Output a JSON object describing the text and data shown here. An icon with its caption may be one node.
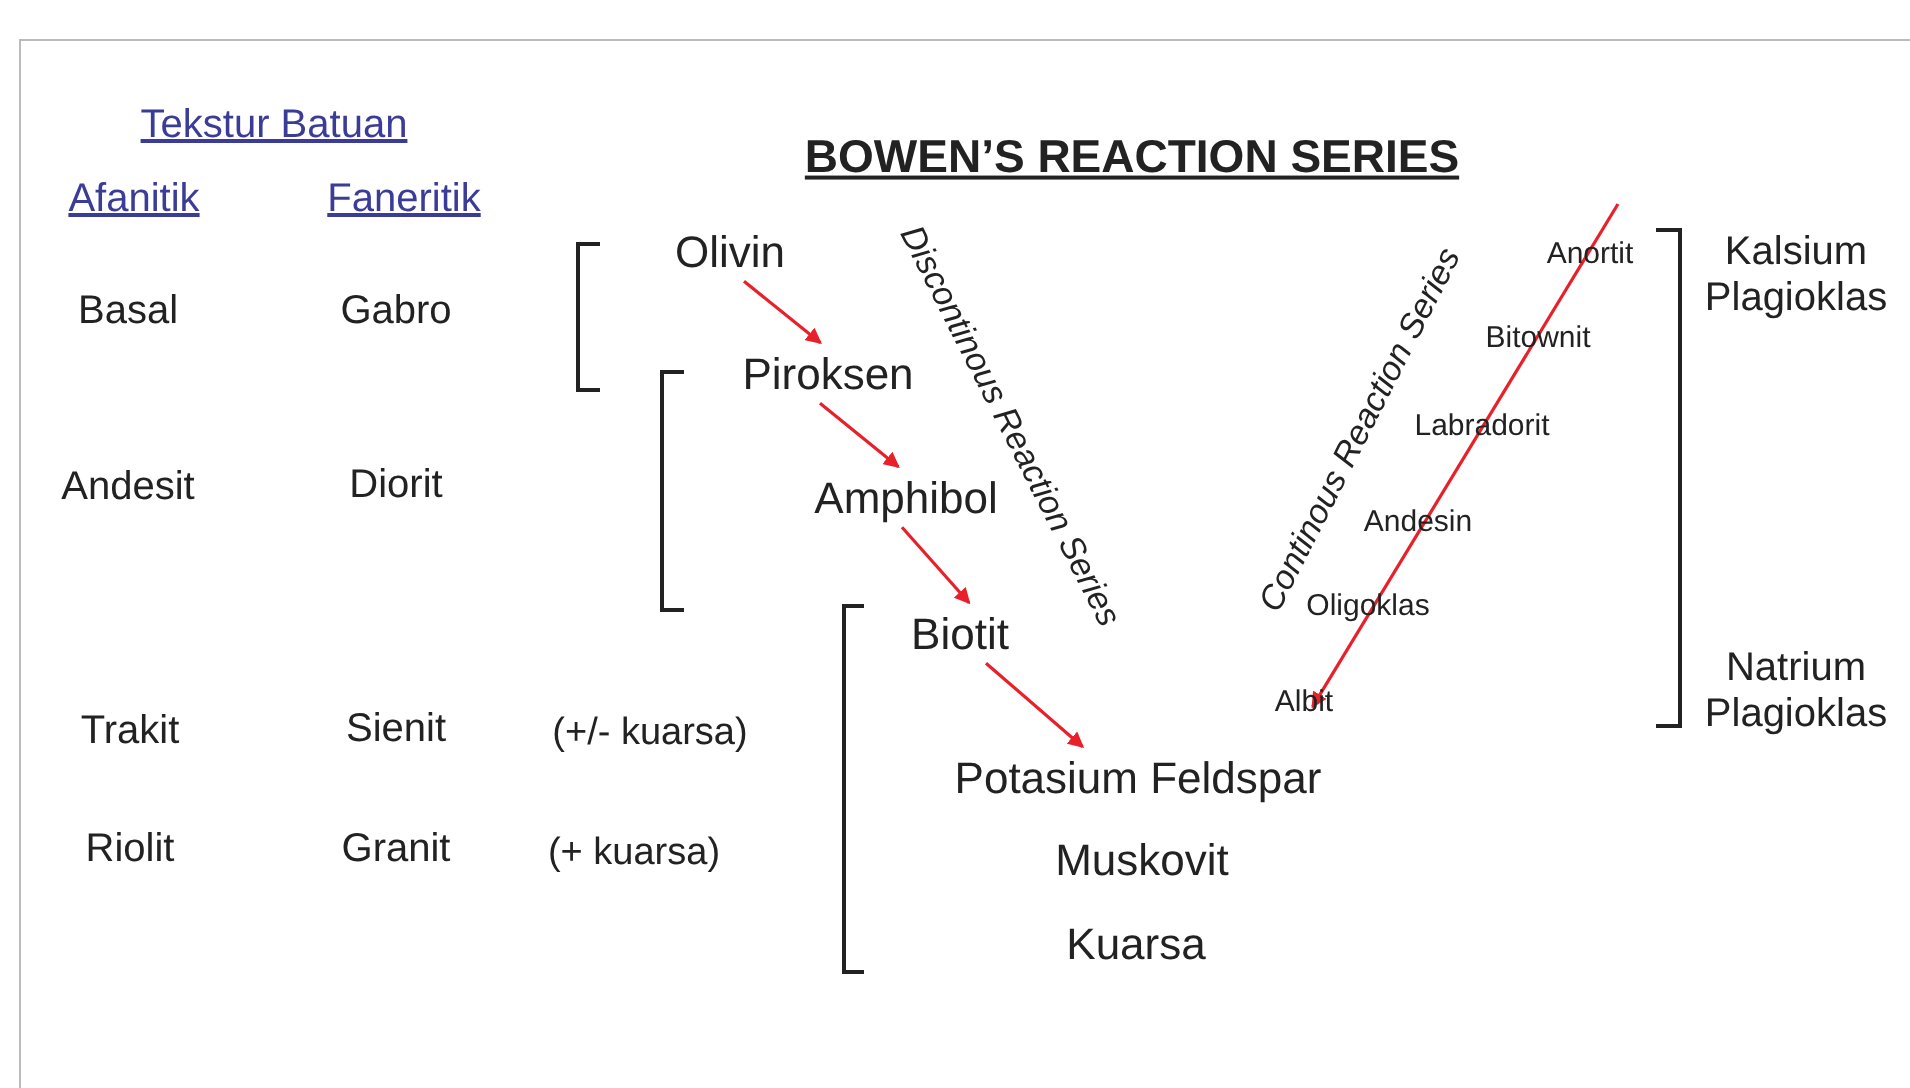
{
  "diagram": {
    "title": "BOWEN’S REACTION SERIES",
    "nodes": [
      {
        "text": [
          "Olivin"
        ]
      },
      {
        "text": [
          "Piroksen"
        ]
      },
      {
        "text": [
          "Amphibol"
        ]
      },
      {
        "text": [
          "Biotit"
        ]
      },
      {
        "text": [
          "Potasium Feldspar"
        ]
      }
    ],
    "edges": [
      {
        "from": 0,
        "to": 1,
        "arrow": "to"
      },
      {
        "from": 1,
        "to": 2,
        "arrow": "to"
      },
      {
        "from": 2,
        "to": 3,
        "arrow": "to"
      },
      {
        "from": 3,
        "to": 4,
        "arrow": "to"
      },
      {
        "from": null,
        "to": 4,
        "arrow": "to"
      }
    ],
    "labels": [
      "Tekstur Batuan",
      "Afanitik",
      "Faneritik",
      "Basal",
      "Gabro",
      "Andesit",
      "Diorit",
      "Trakit",
      "Sienit",
      "(+/- kuarsa)",
      "Riolit",
      "Granit",
      "(+ kuarsa)",
      "Discontinous Reaction Series",
      "Continous Reaction Series",
      "Anortit",
      "Bitownit",
      "Labradorit",
      "Andesin",
      "Oligoklas",
      "Albit",
      "Kalsium Plagioklas",
      "Natrium Plagioklas",
      "Muskovit",
      "Kuarsa"
    ]
  }
}
